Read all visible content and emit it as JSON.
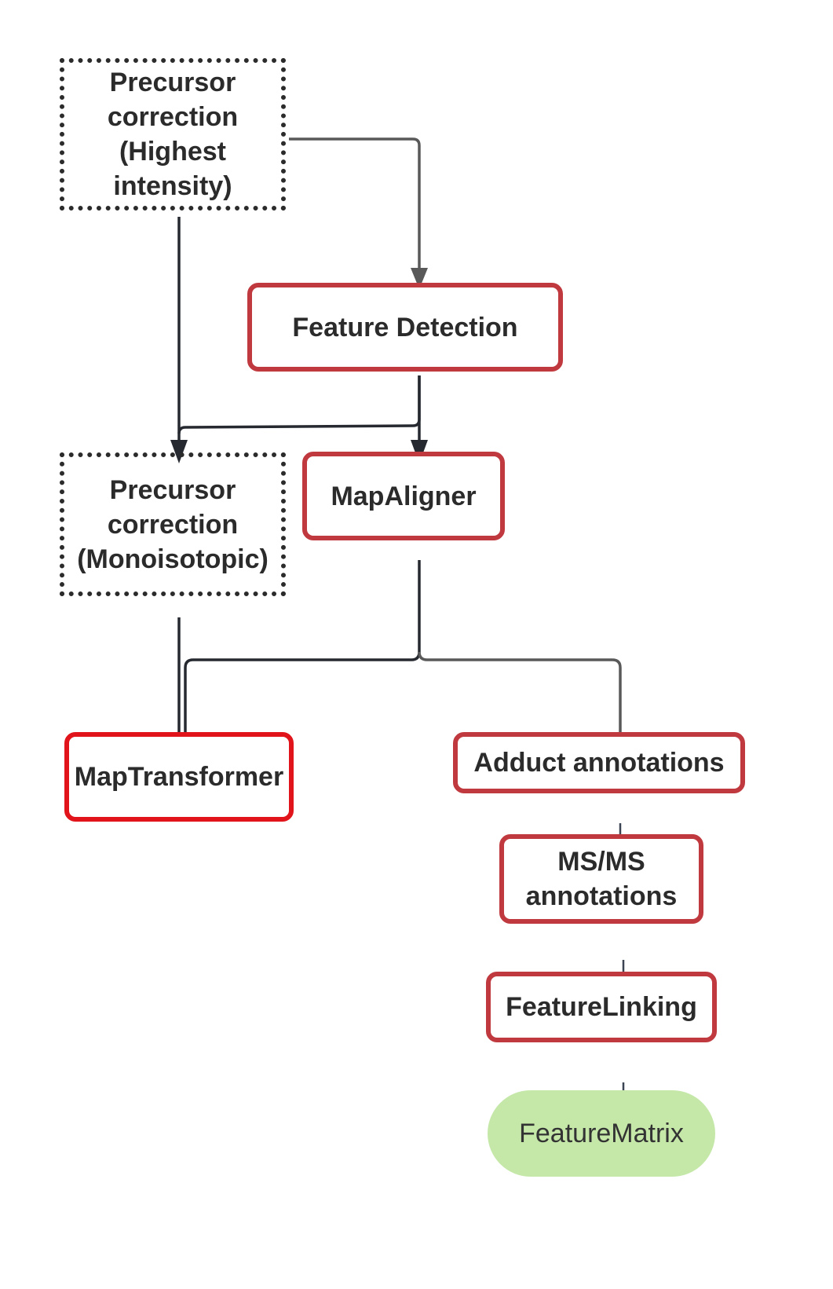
{
  "diagram": {
    "nodes": [
      {
        "id": "pc-high",
        "lines": [
          "Precursor",
          "correction",
          "(Highest",
          "intensity)"
        ],
        "style": "dotted"
      },
      {
        "id": "feat-det",
        "lines": [
          "Feature Detection"
        ],
        "style": "red"
      },
      {
        "id": "pc-mono",
        "lines": [
          "Precursor",
          "correction",
          "(Monoisotopic)"
        ],
        "style": "dotted"
      },
      {
        "id": "mapalign",
        "lines": [
          "MapAligner"
        ],
        "style": "red"
      },
      {
        "id": "maptrans",
        "lines": [
          "MapTransformer"
        ],
        "style": "red-bright"
      },
      {
        "id": "adduct",
        "lines": [
          "Adduct annotations"
        ],
        "style": "red"
      },
      {
        "id": "msms",
        "lines": [
          "MS/MS",
          "annotations"
        ],
        "style": "red"
      },
      {
        "id": "featlink",
        "lines": [
          "FeatureLinking"
        ],
        "style": "red"
      },
      {
        "id": "featmat",
        "lines": [
          "FeatureMatrix"
        ],
        "style": "terminal"
      }
    ],
    "edges": [
      {
        "from": "pc-high",
        "to": "feat-det",
        "color": "#595959"
      },
      {
        "from": "pc-high",
        "to": "pc-mono",
        "color": "#262a30"
      },
      {
        "from": "feat-det",
        "to": "pc-mono",
        "color": "#262a30"
      },
      {
        "from": "feat-det",
        "to": "mapalign",
        "color": "#262a30"
      },
      {
        "from": "pc-mono",
        "to": "maptrans",
        "color": "#262a30"
      },
      {
        "from": "mapalign",
        "to": "maptrans",
        "color": "#262a30"
      },
      {
        "from": "mapalign",
        "to": "adduct",
        "color": "#595959"
      },
      {
        "from": "adduct",
        "to": "msms",
        "color": "#3b4452"
      },
      {
        "from": "msms",
        "to": "featlink",
        "color": "#3b4452"
      },
      {
        "from": "featlink",
        "to": "featmat",
        "color": "#3b4452"
      }
    ],
    "colors": {
      "box_border": "#c0393f",
      "box_border_bright": "#e0141a",
      "terminal_fill": "#c5e8a9",
      "text": "#2b2b2b"
    }
  }
}
